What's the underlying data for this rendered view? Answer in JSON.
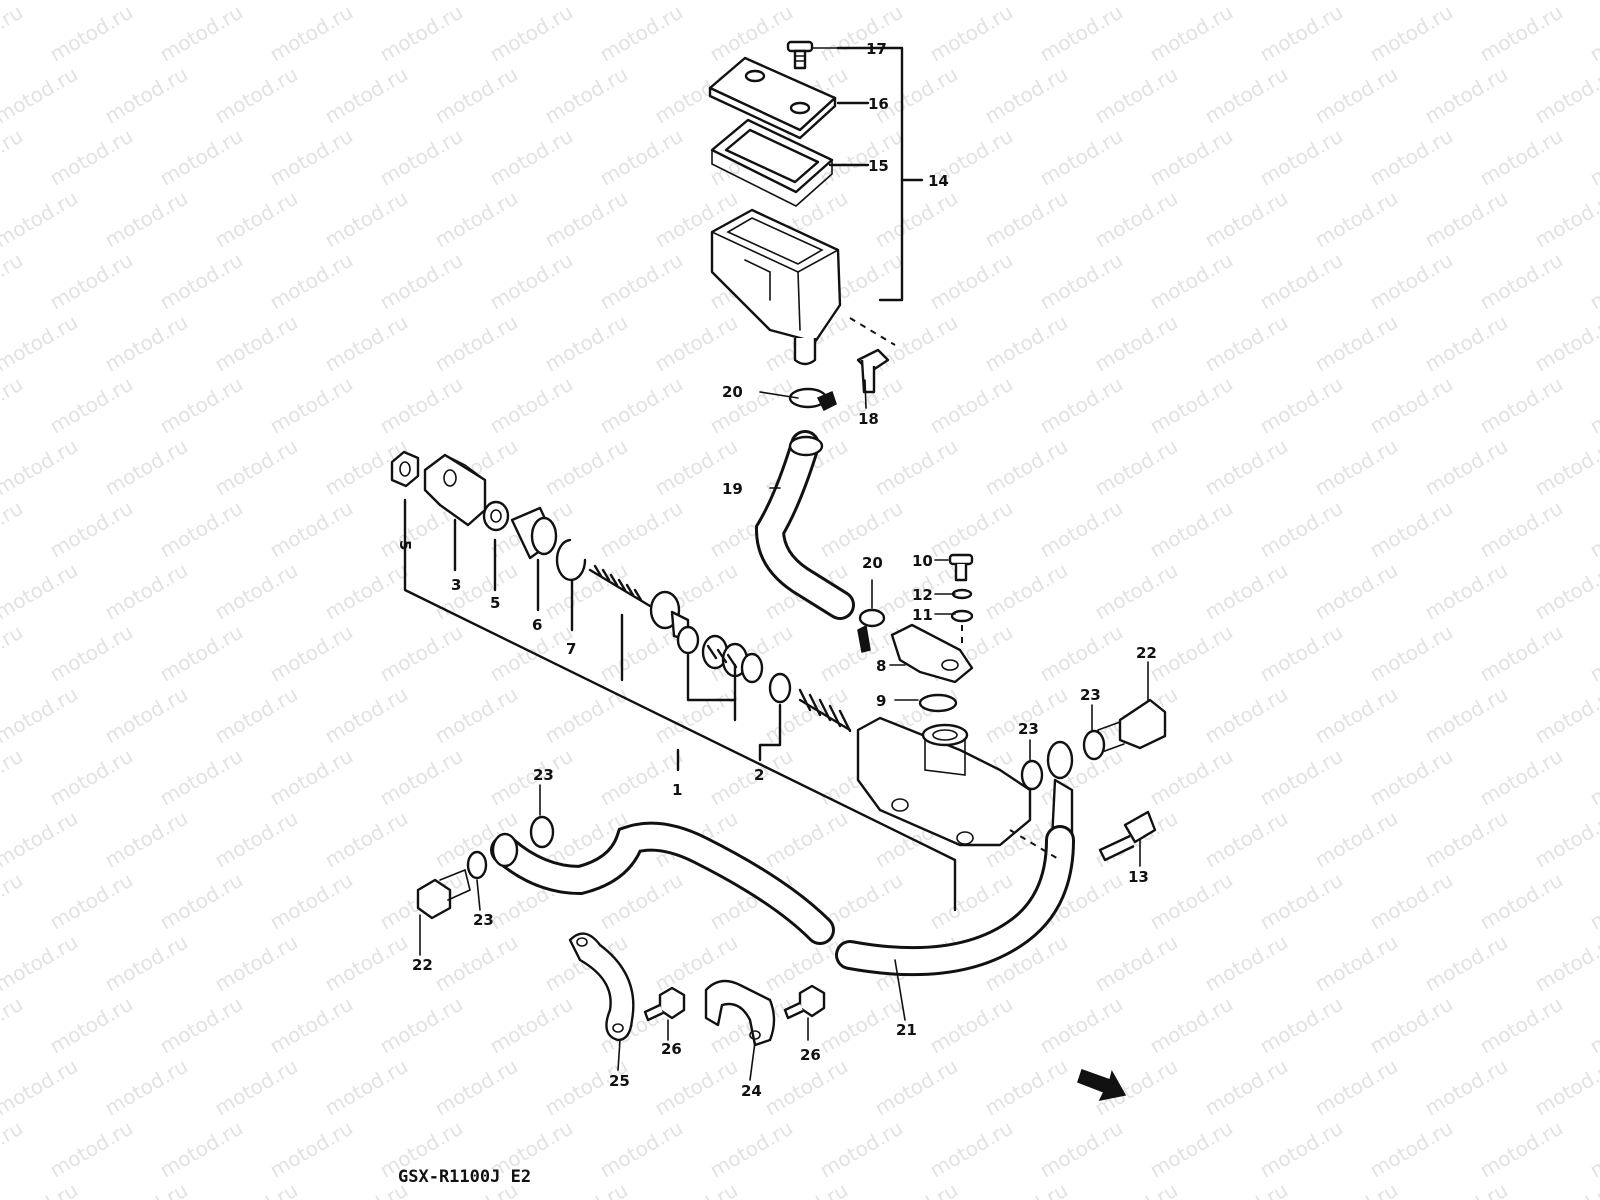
{
  "watermark": "motod.ru",
  "footer": {
    "model_code": "GSX-R1100J  E2"
  },
  "callouts": {
    "n1": "1",
    "n2": "2",
    "n3": "3",
    "n5a": "5",
    "n5b": "5",
    "n6": "6",
    "n7": "7",
    "n8": "8",
    "n9": "9",
    "n10": "10",
    "n11": "11",
    "n12": "12",
    "n13": "13",
    "n14": "14",
    "n15": "15",
    "n16": "16",
    "n17": "17",
    "n18": "18",
    "n19": "19",
    "n20a": "20",
    "n20b": "20",
    "n21": "21",
    "n22a": "22",
    "n22b": "22",
    "n23a": "23",
    "n23b": "23",
    "n23c": "23",
    "n23d": "23",
    "n24": "24",
    "n25": "25",
    "n26a": "26",
    "n26b": "26"
  },
  "icons": {
    "direction": "front-arrow-icon"
  }
}
